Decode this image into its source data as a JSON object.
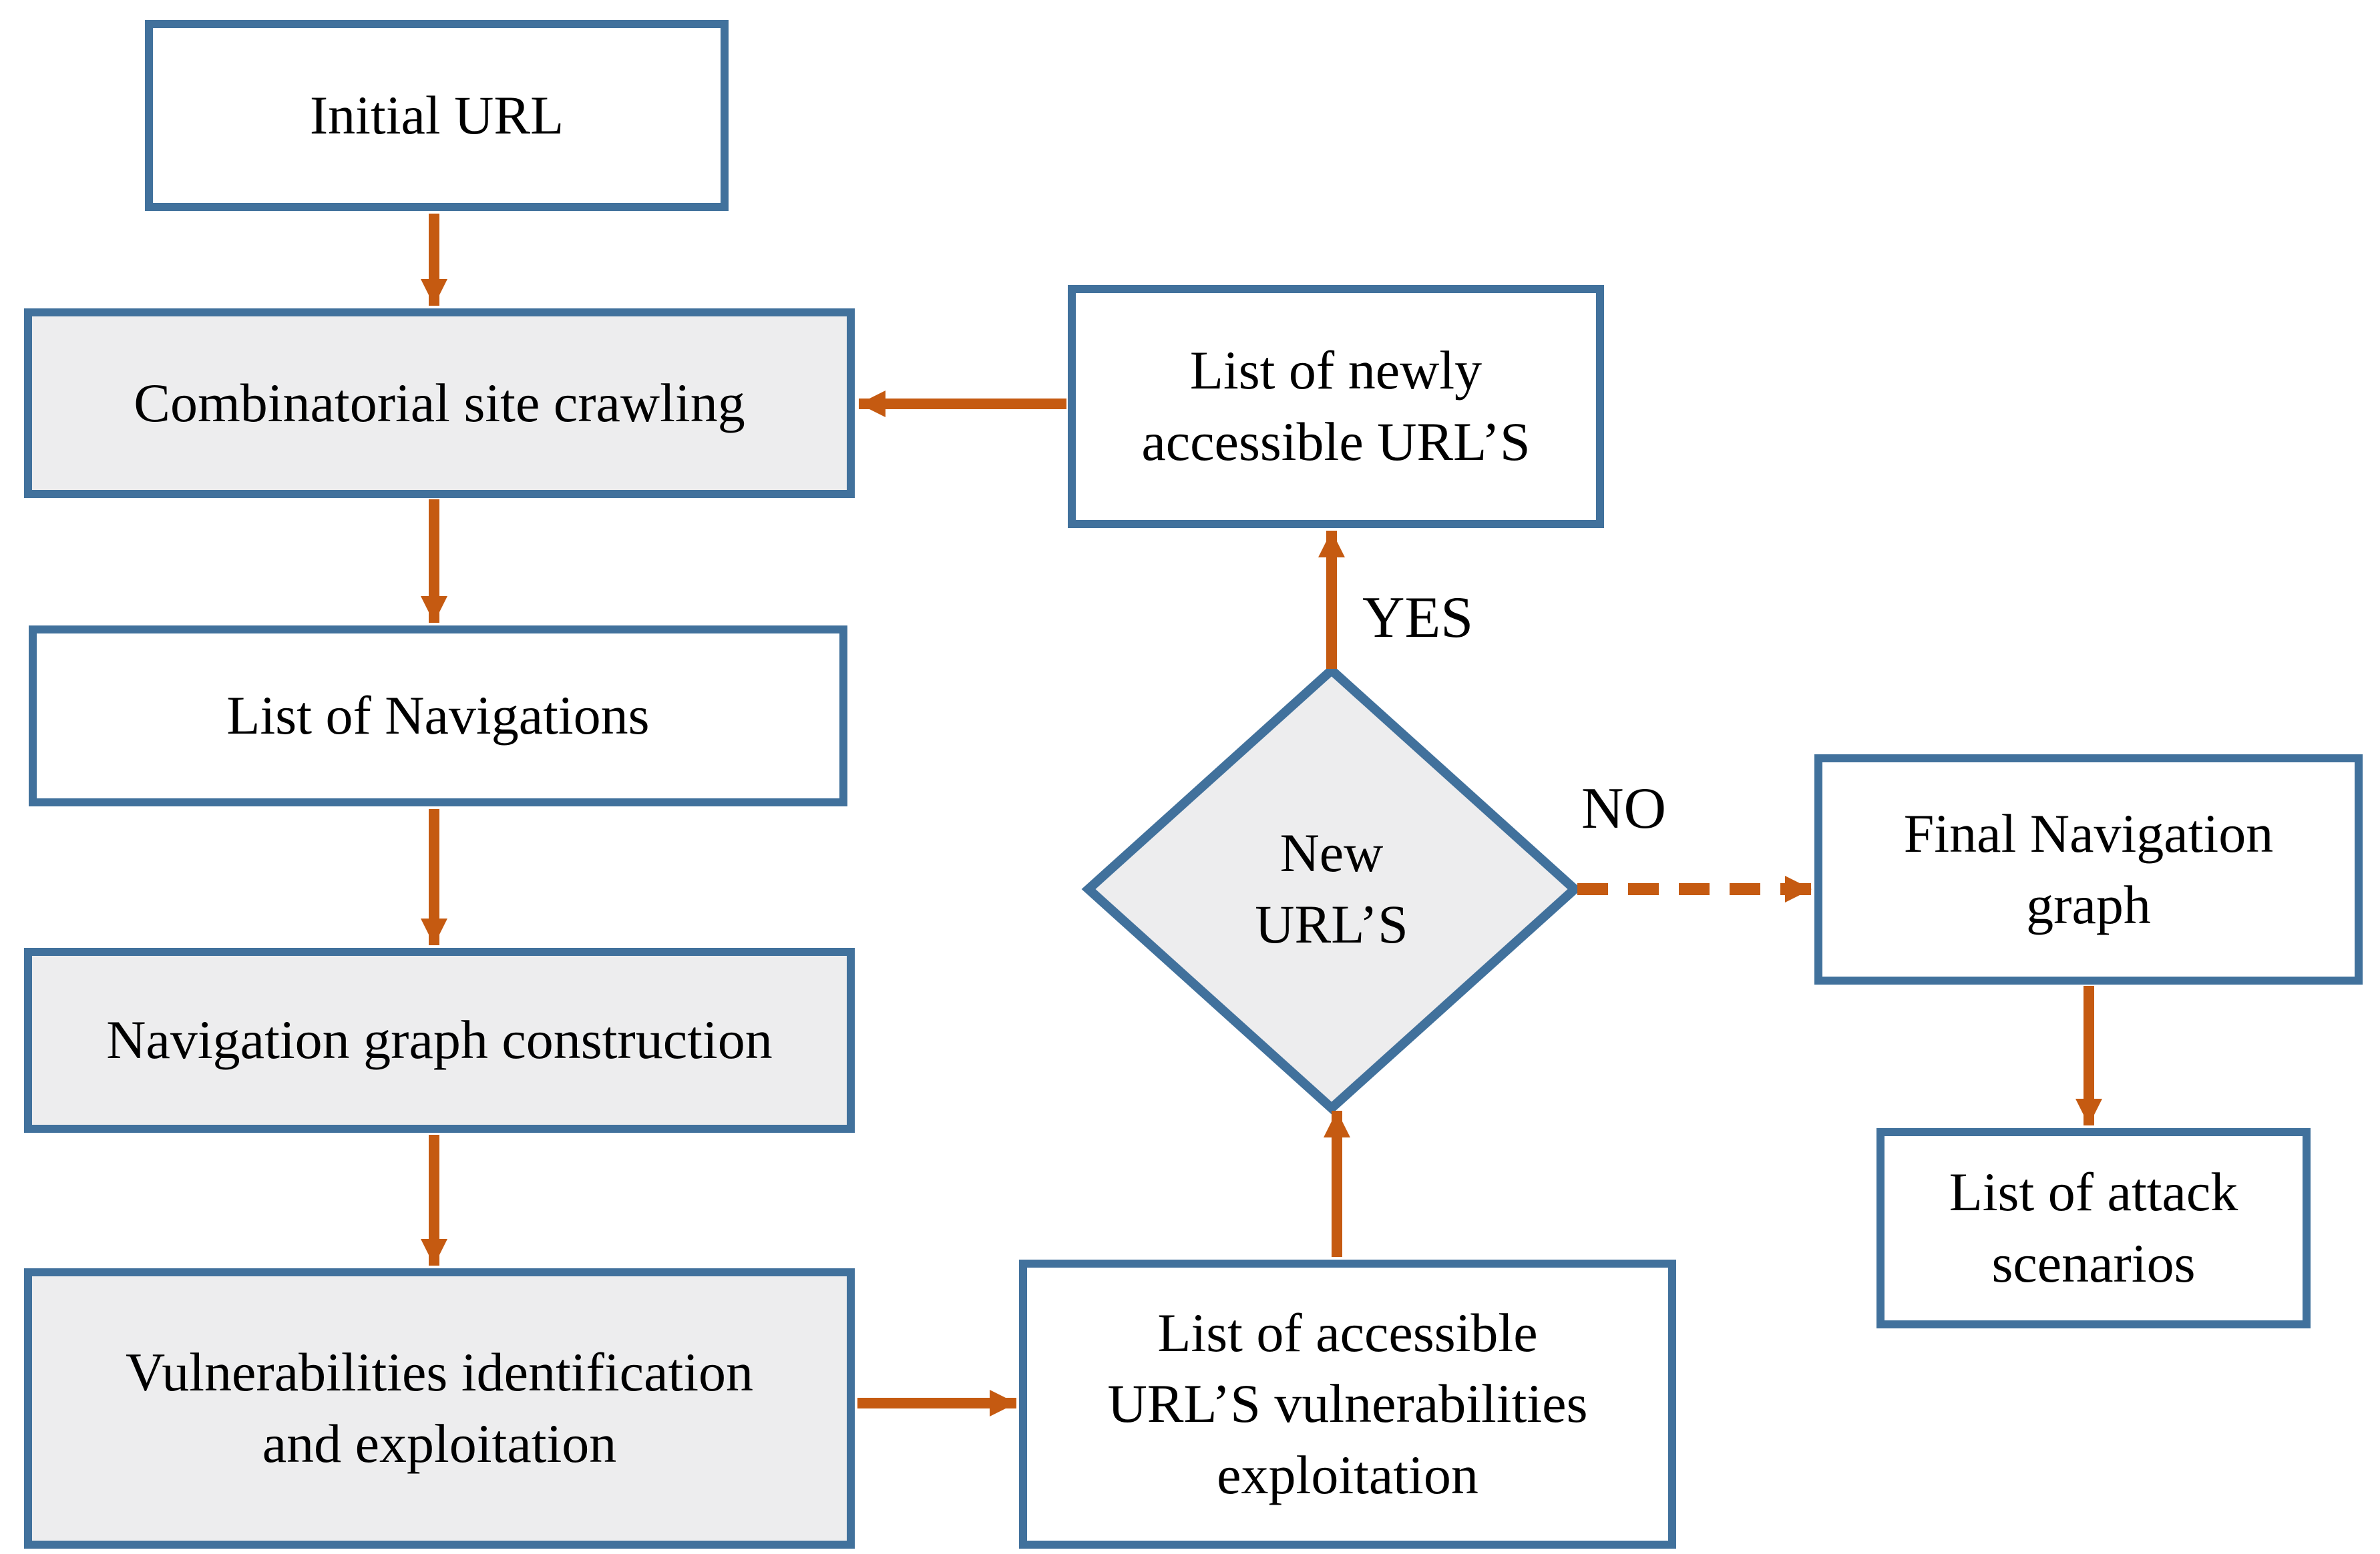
{
  "diagram": {
    "title": "",
    "nodes": {
      "initial_url": {
        "label": "Initial URL",
        "shape": "rect",
        "fill": "white"
      },
      "combinatorial_site_crawling": {
        "label": "Combinatorial site crawling",
        "shape": "rect",
        "fill": "gray"
      },
      "list_of_navigations": {
        "label": "List of Navigations",
        "shape": "rect",
        "fill": "white"
      },
      "navigation_graph_construction": {
        "label": "Navigation graph construction",
        "shape": "rect",
        "fill": "gray"
      },
      "vulnerabilities_identification": {
        "label": "Vulnerabilities identification\nand exploitation",
        "shape": "rect",
        "fill": "gray"
      },
      "list_newly_accessible_urls": {
        "label": "List of newly\naccessible URL’S",
        "shape": "rect",
        "fill": "white"
      },
      "new_urls_decision": {
        "label": "New\nURL’S",
        "shape": "diamond",
        "fill": "gray"
      },
      "final_navigation_graph": {
        "label": "Final Navigation\ngraph",
        "shape": "rect",
        "fill": "white"
      },
      "list_accessible_urls_vulnerabilities": {
        "label": "List of accessible\nURL’S vulnerabilities\nexploitation",
        "shape": "rect",
        "fill": "white"
      },
      "list_attack_scenarios": {
        "label": "List of attack\nscenarios",
        "shape": "rect",
        "fill": "white"
      }
    },
    "edge_labels": {
      "yes": "YES",
      "no": "NO"
    },
    "edges": [
      {
        "from": "initial_url",
        "to": "combinatorial_site_crawling",
        "style": "solid"
      },
      {
        "from": "combinatorial_site_crawling",
        "to": "list_of_navigations",
        "style": "solid"
      },
      {
        "from": "list_of_navigations",
        "to": "navigation_graph_construction",
        "style": "solid"
      },
      {
        "from": "navigation_graph_construction",
        "to": "vulnerabilities_identification",
        "style": "solid"
      },
      {
        "from": "vulnerabilities_identification",
        "to": "list_accessible_urls_vulnerabilities",
        "style": "solid"
      },
      {
        "from": "list_accessible_urls_vulnerabilities",
        "to": "new_urls_decision",
        "style": "solid"
      },
      {
        "from": "new_urls_decision",
        "to": "list_newly_accessible_urls",
        "style": "solid",
        "label": "YES"
      },
      {
        "from": "list_newly_accessible_urls",
        "to": "combinatorial_site_crawling",
        "style": "solid"
      },
      {
        "from": "new_urls_decision",
        "to": "final_navigation_graph",
        "style": "dashed",
        "label": "NO"
      },
      {
        "from": "final_navigation_graph",
        "to": "list_attack_scenarios",
        "style": "solid"
      }
    ],
    "colors": {
      "border_blue": "#41719C",
      "arrow_orange": "#C55A11",
      "fill_gray": "#EDEDEE",
      "fill_white": "#FFFFFF",
      "text": "#000000",
      "background": "#FFFFFF"
    }
  }
}
